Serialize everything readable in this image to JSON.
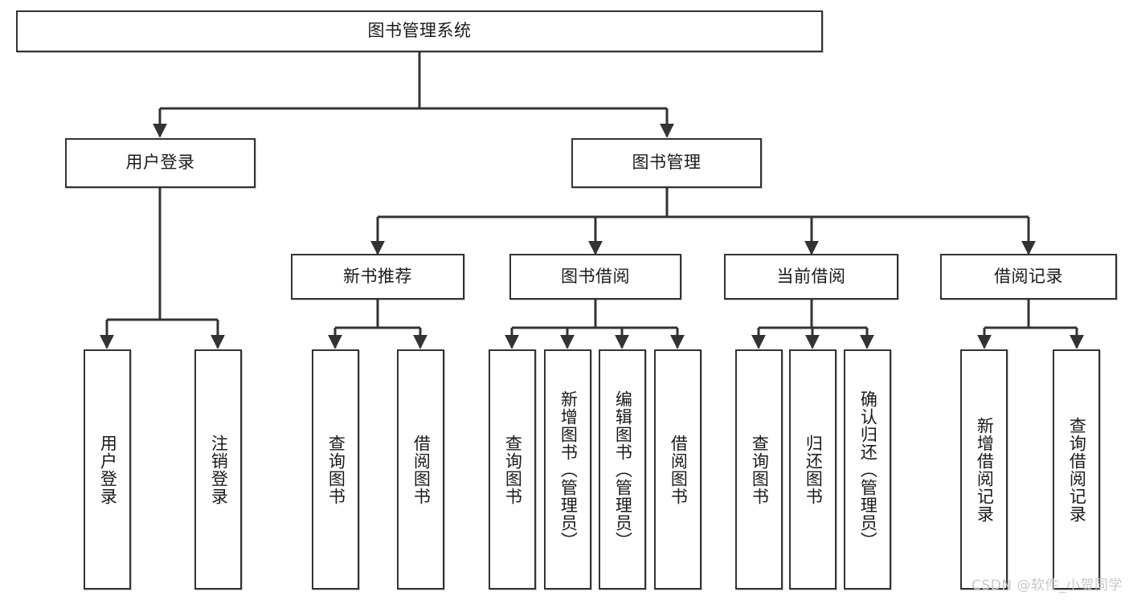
{
  "diagram": {
    "title": "图书管理系统",
    "type": "tree-hierarchy",
    "orientation": "top-down",
    "colors": {
      "box_border": "#333333",
      "box_fill": "#ffffff",
      "line": "#333333",
      "text": "#1a1a1a",
      "watermark": "#c9c9c9",
      "background": "#ffffff"
    },
    "root": {
      "label": "图书管理系统"
    },
    "level2": [
      {
        "label": "用户登录"
      },
      {
        "label": "图书管理"
      }
    ],
    "level3": [
      {
        "label": "新书推荐"
      },
      {
        "label": "图书借阅"
      },
      {
        "label": "当前借阅"
      },
      {
        "label": "借阅记录"
      }
    ],
    "leaves": {
      "user_login": [
        {
          "label": "用户登录"
        },
        {
          "label": "注销登录"
        }
      ],
      "new_book_recommend": [
        {
          "label": "查询图书"
        },
        {
          "label": "借阅图书"
        }
      ],
      "book_borrow": [
        {
          "label": "查询图书"
        },
        {
          "label": "新增图书（管理员）"
        },
        {
          "label": "编辑图书（管理员）"
        },
        {
          "label": "借阅图书"
        }
      ],
      "current_borrow": [
        {
          "label": "查询图书"
        },
        {
          "label": "归还图书"
        },
        {
          "label": "确认归还（管理员）"
        }
      ],
      "borrow_record": [
        {
          "label": "新增借阅记录"
        },
        {
          "label": "查询借阅记录"
        }
      ]
    },
    "watermark": "CSDN @软件_小贺同学"
  }
}
